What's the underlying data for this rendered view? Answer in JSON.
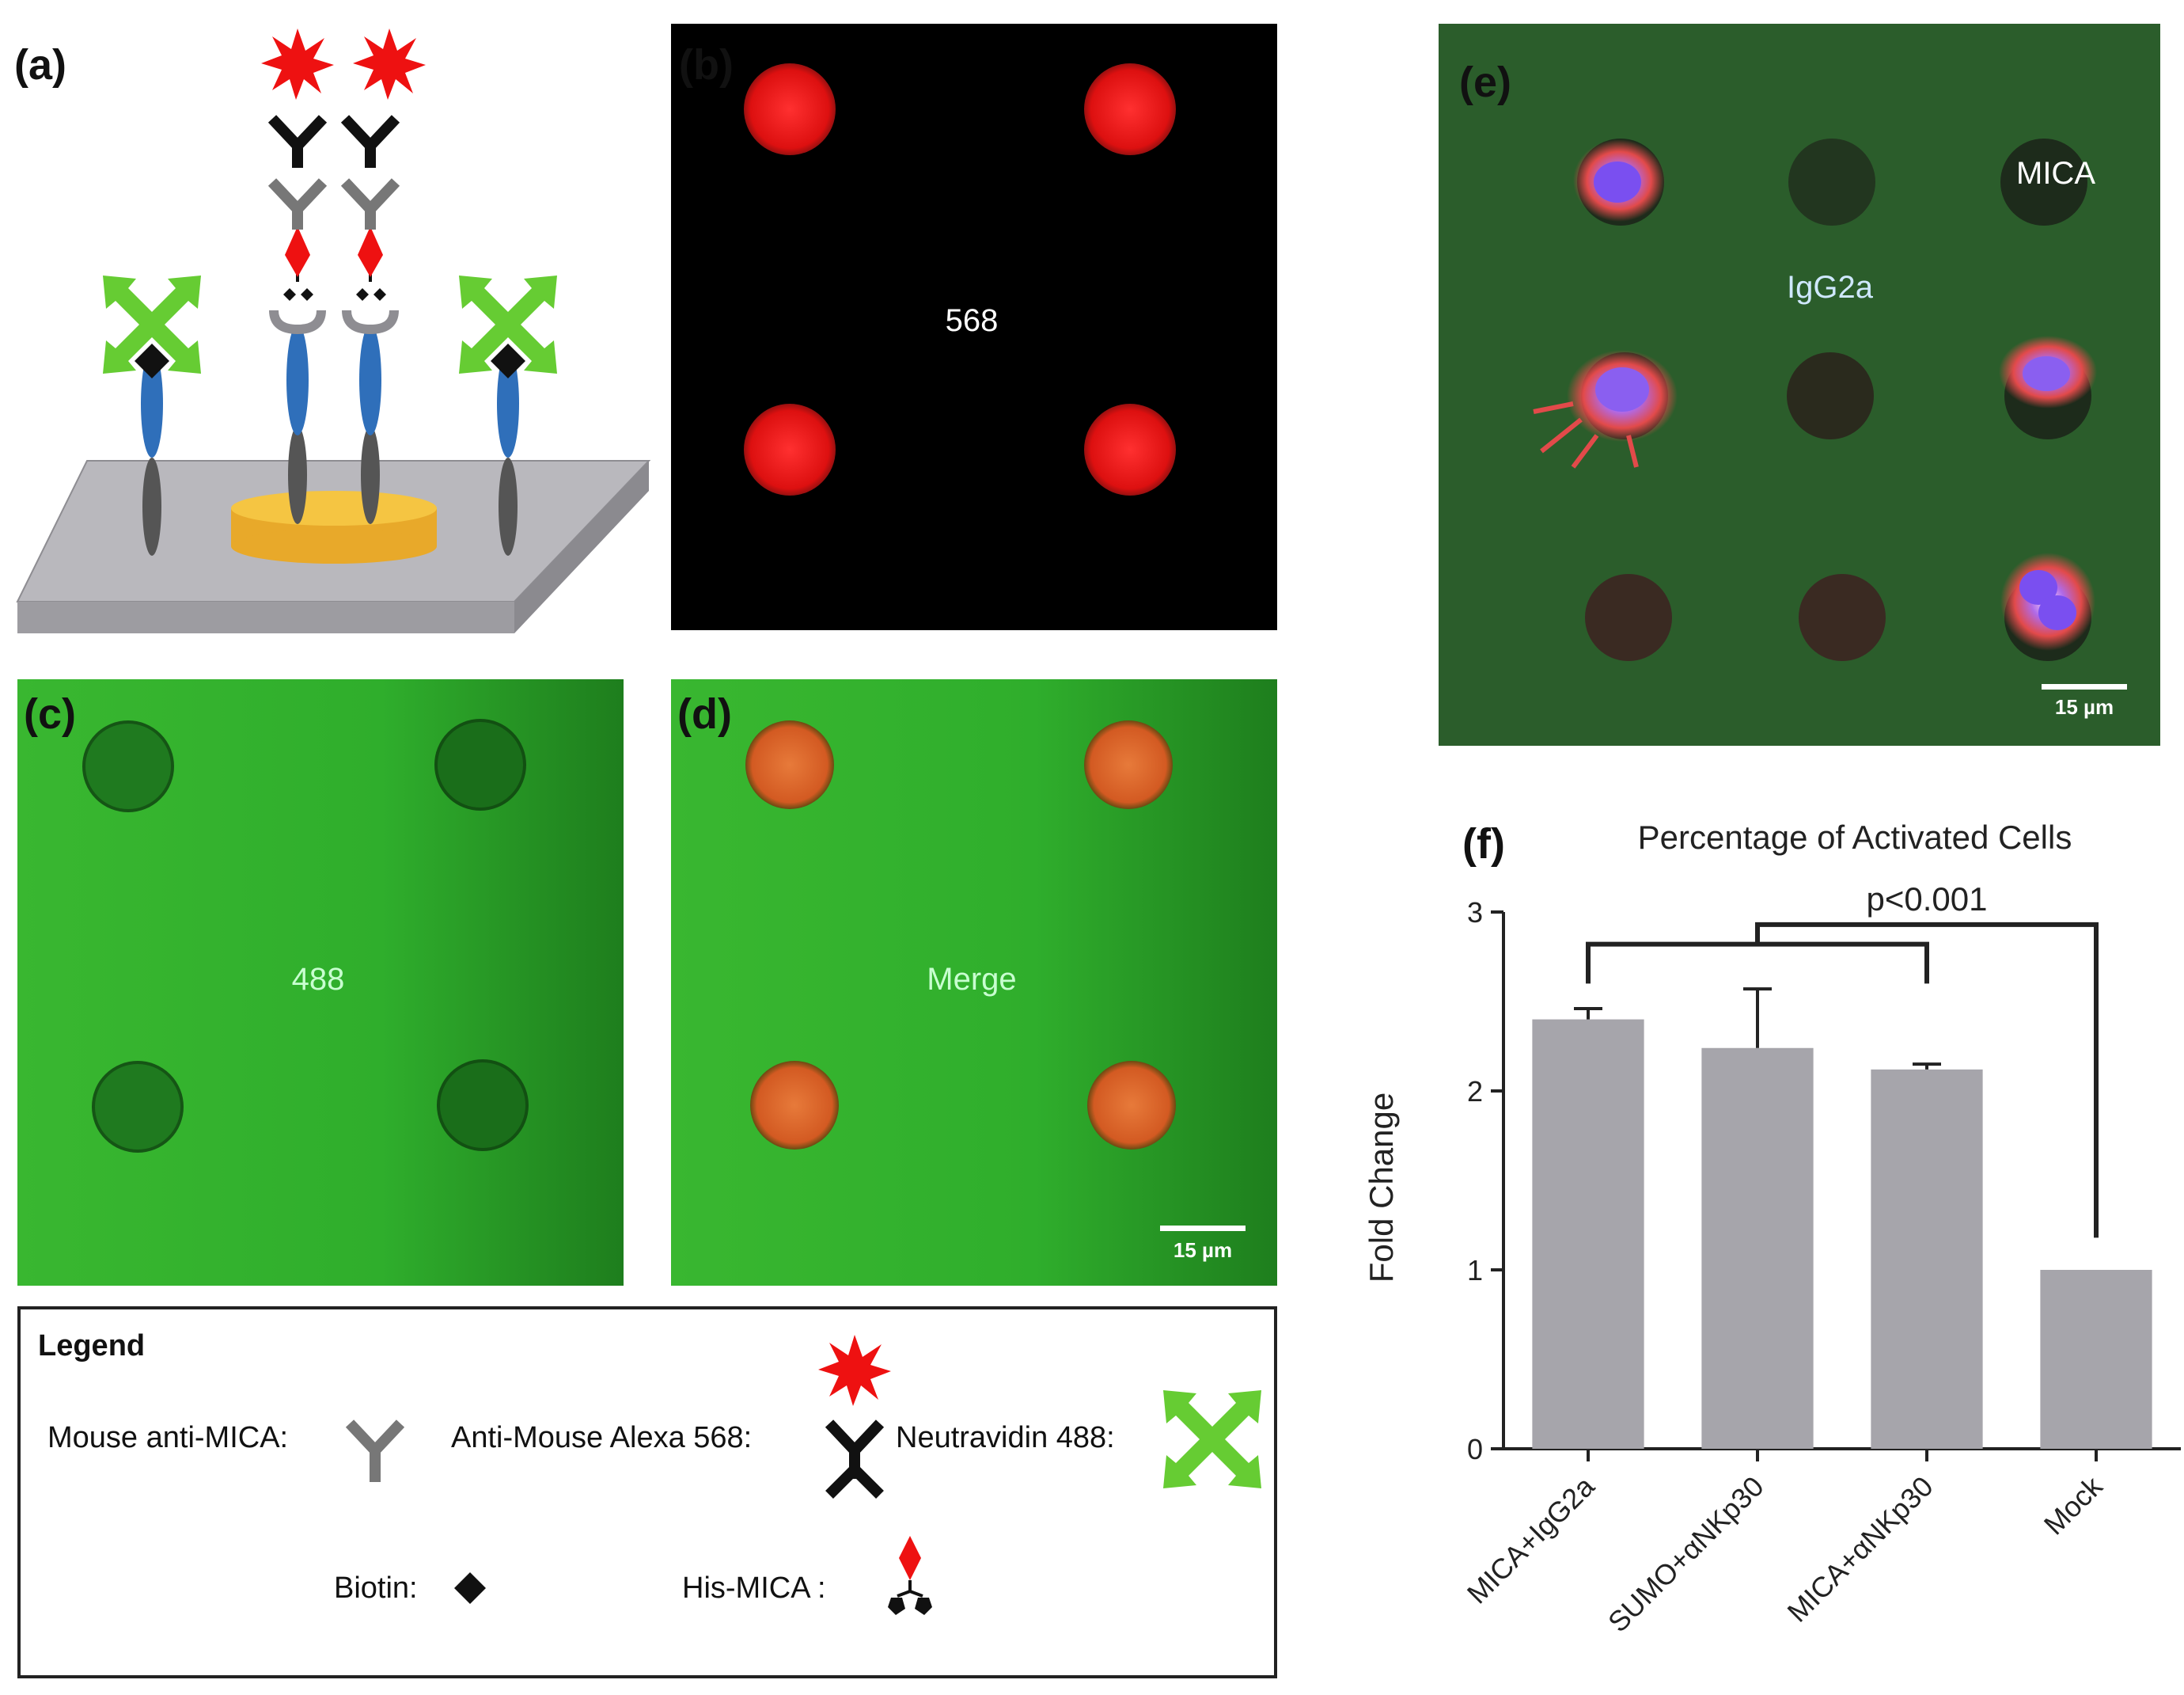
{
  "panels": {
    "a": {
      "label": "(a)"
    },
    "b": {
      "label": "(b)",
      "channel": "568"
    },
    "c": {
      "label": "(c)",
      "channel": "488"
    },
    "d": {
      "label": "(d)",
      "channel": "Merge",
      "scale_bar": "15 µm"
    },
    "e": {
      "label": "(e)",
      "annotations": [
        "MICA",
        "IgG2a"
      ],
      "scale_bar": "15 µm"
    },
    "f": {
      "label": "(f)"
    }
  },
  "legend": {
    "title": "Legend",
    "items": {
      "mouse_anti_mica": "Mouse anti-MICA:",
      "anti_mouse_alexa": "Anti-Mouse Alexa 568:",
      "neutravidin": "Neutravidin 488:",
      "biotin": "Biotin:",
      "his_mica": "His-MICA :"
    }
  },
  "colors": {
    "red_dye": "#ee1111",
    "green_dye": "#66cc33",
    "gold_pad": "#f5c542",
    "bar_gray": "#a6a5ab",
    "micro_green": "#2fae2c",
    "linker_blue": "#2f6fba"
  },
  "chart_data": {
    "type": "bar",
    "title": "Percentage of Activated Cells",
    "ylabel": "Fold Change",
    "xlabel": "",
    "categories": [
      "MICA+IgG2a",
      "SUMO+αNKp30",
      "MICA+αNKp30",
      "Mock"
    ],
    "values": [
      2.4,
      2.24,
      2.12,
      1.0
    ],
    "errors": [
      0.06,
      0.33,
      0.03,
      0
    ],
    "ylim": [
      0,
      3
    ],
    "yticks": [
      0,
      1,
      2,
      3
    ],
    "annotation": "p<0.001",
    "grid": false,
    "legend": "none"
  }
}
